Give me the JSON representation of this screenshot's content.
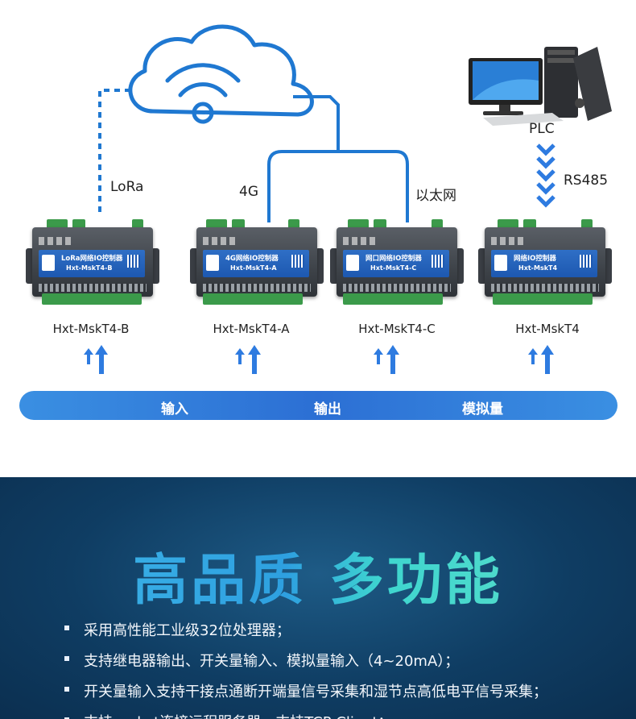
{
  "labels": {
    "lora": "LoRa",
    "g4": "4G",
    "ethernet": "以太网",
    "plc": "PLC",
    "rs485": "RS485"
  },
  "devices": [
    {
      "label": "Hxt-MskT4-B",
      "panel_name": "LoRa网络IO控制器",
      "panel_model": "Hxt-MskT4-B"
    },
    {
      "label": "Hxt-MskT4-A",
      "panel_name": "4G网络IO控制器",
      "panel_model": "Hxt-MskT4-A"
    },
    {
      "label": "Hxt-MskT4-C",
      "panel_name": "网口网络IO控制器",
      "panel_model": "Hxt-MskT4-C"
    },
    {
      "label": "Hxt-MskT4",
      "panel_name": "网络IO控制器",
      "panel_model": "Hxt-MskT4"
    }
  ],
  "io_bar": {
    "input": "输入",
    "output": "输出",
    "analog": "模拟量"
  },
  "feature": {
    "title": "高品质 多功能",
    "items": [
      "采用高性能工业级32位处理器；",
      "支持继电器输出、开关量输入、模拟量输入（4~20mA）；",
      "开关量输入支持干接点通断开端量信号采集和湿节点高低电平信号采集；",
      "支持socket连接远程服务器，支持TCP Client；"
    ]
  },
  "colors": {
    "cloud_stroke": "#1f78d1",
    "bar_blue": "#2c6fd4",
    "panel_blue": "#1d58b0",
    "terminal_green": "#3b9a4a",
    "feature_bg": "#0f3d63"
  },
  "icons": [
    "cloud-wifi-icon",
    "computer-icon",
    "up-arrow-icon",
    "chevron-down-icon"
  ]
}
